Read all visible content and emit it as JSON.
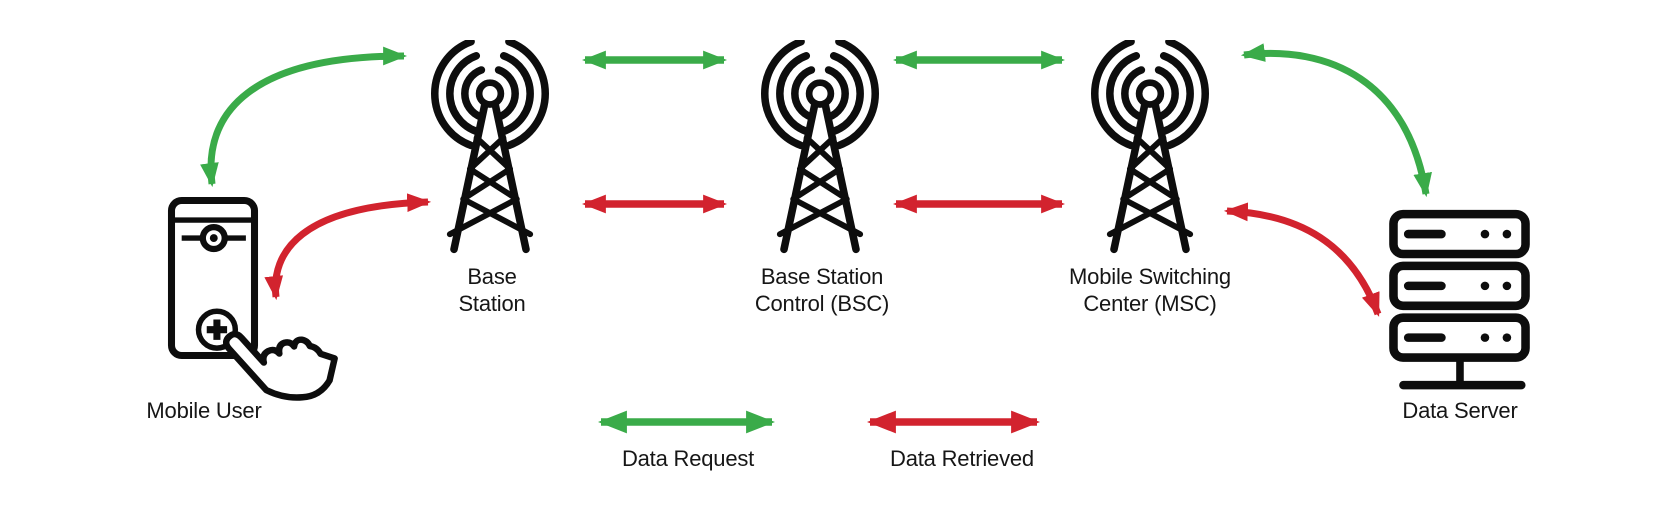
{
  "diagram": {
    "background": "#ffffff",
    "colors": {
      "data_request": "#3aab49",
      "data_retrieved": "#d2232e",
      "outline": "#0d0d0d",
      "label_text": "#161616"
    },
    "nodes": [
      {
        "id": "mobile-user",
        "icon": "smartphone-tap-icon",
        "label_lines": [
          "Mobile User"
        ]
      },
      {
        "id": "base-station",
        "icon": "cell-tower-icon",
        "label_lines": [
          "Base",
          "Station"
        ]
      },
      {
        "id": "base-station-control",
        "icon": "cell-tower-icon",
        "label_lines": [
          "Base Station",
          "Control (BSC)"
        ]
      },
      {
        "id": "mobile-switching-center",
        "icon": "cell-tower-icon",
        "label_lines": [
          "Mobile Switching",
          "Center (MSC)"
        ]
      },
      {
        "id": "data-server",
        "icon": "server-rack-icon",
        "label_lines": [
          "Data Server"
        ]
      }
    ],
    "links": [
      {
        "from": "mobile-user",
        "to": "base-station",
        "flows": [
          "Data Request",
          "Data Retrieved"
        ],
        "shape": "curved",
        "bidirectional": true
      },
      {
        "from": "base-station",
        "to": "base-station-control",
        "flows": [
          "Data Request",
          "Data Retrieved"
        ],
        "shape": "straight",
        "bidirectional": true
      },
      {
        "from": "base-station-control",
        "to": "mobile-switching-center",
        "flows": [
          "Data Request",
          "Data Retrieved"
        ],
        "shape": "straight",
        "bidirectional": true
      },
      {
        "from": "mobile-switching-center",
        "to": "data-server",
        "flows": [
          "Data Request",
          "Data Retrieved"
        ],
        "shape": "curved",
        "bidirectional": true
      }
    ],
    "legend": [
      {
        "label": "Data Request",
        "color": "#3aab49"
      },
      {
        "label": "Data Retrieved",
        "color": "#d2232e"
      }
    ]
  }
}
